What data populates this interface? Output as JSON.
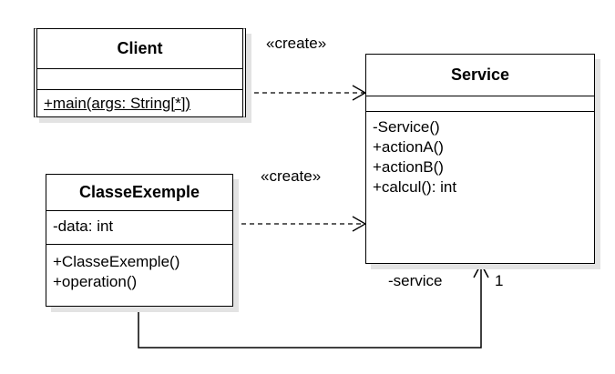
{
  "classes": {
    "client": {
      "name": "Client",
      "attributes": [],
      "operations": [
        "+main(args: String[*])"
      ]
    },
    "service": {
      "name": "Service",
      "attributes": [],
      "operations": [
        "-Service()",
        "+actionA()",
        "+actionB()",
        "+calcul(): int"
      ]
    },
    "classe_exemple": {
      "name": "ClasseExemple",
      "attributes": [
        "-data: int"
      ],
      "operations": [
        "+ClasseExemple()",
        "+operation()"
      ]
    }
  },
  "relations": {
    "client_service": {
      "stereotype": "«create»"
    },
    "exemple_service_create": {
      "stereotype": "«create»"
    },
    "exemple_service_assoc": {
      "role": "-service",
      "multiplicity": "1"
    }
  }
}
